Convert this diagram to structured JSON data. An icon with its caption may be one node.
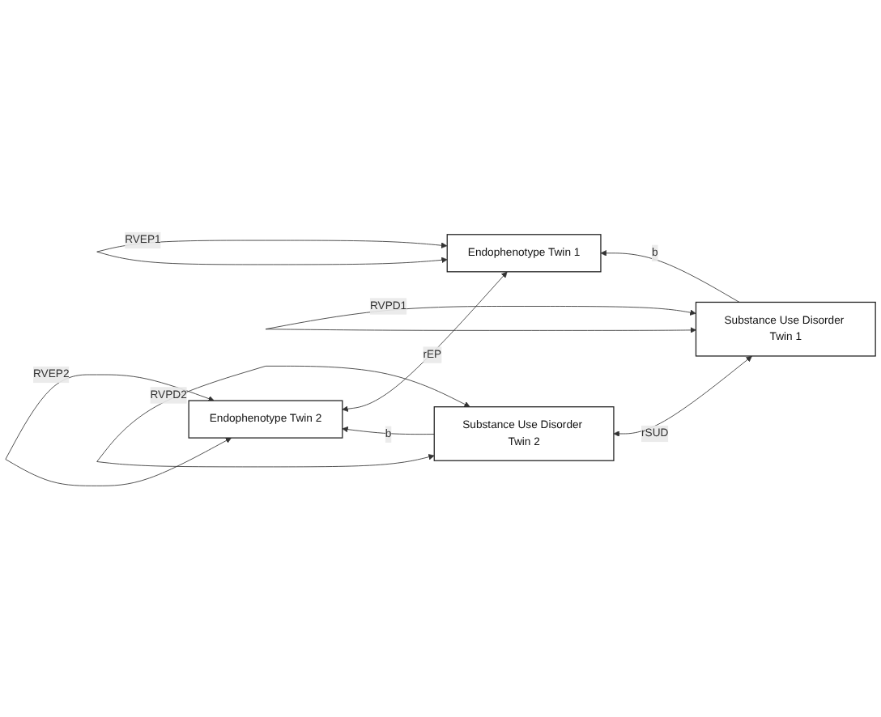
{
  "diagram": {
    "nodes": [
      {
        "text": [
          "Endophenotype Twin 1"
        ]
      },
      {
        "text": [
          "Substance Use Disorder Twin 1"
        ]
      },
      {
        "text": [
          "Endophenotype Twin 2"
        ]
      },
      {
        "text": [
          "Substance Use Disorder Twin 2"
        ]
      }
    ],
    "edges": [
      {
        "from": 0,
        "to": 0,
        "arrow": "both",
        "label": "RVEP1"
      },
      {
        "from": 1,
        "to": 1,
        "arrow": "both",
        "label": "RVPD1"
      },
      {
        "from": 1,
        "to": 0,
        "arrow": "to",
        "label": "b"
      },
      {
        "from": 0,
        "to": 2,
        "arrow": "both",
        "label": "rEP"
      },
      {
        "from": 1,
        "to": 3,
        "arrow": "both",
        "label": "rSUD"
      },
      {
        "from": 2,
        "to": 2,
        "arrow": "both",
        "label": "RVEP2"
      },
      {
        "from": 3,
        "to": 3,
        "arrow": "both",
        "label": "RVPD2"
      },
      {
        "from": 3,
        "to": 2,
        "arrow": "to",
        "label": "b"
      }
    ]
  }
}
